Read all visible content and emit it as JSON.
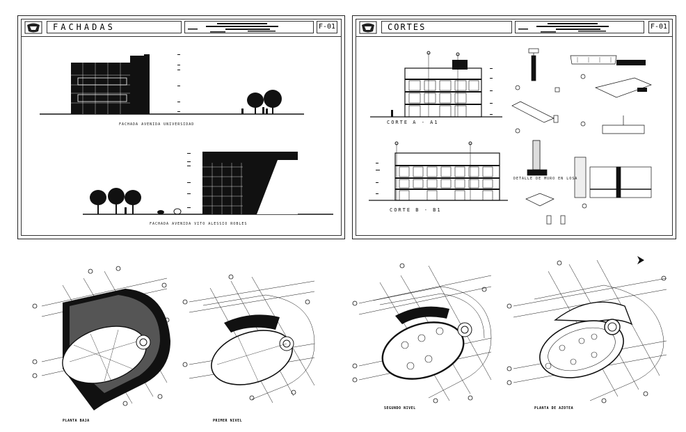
{
  "sheets": {
    "fachadas": {
      "title": "FACHADAS",
      "number": "F-01",
      "caption_1": "FACHADA AVENIDA UNIVERSIDAD",
      "caption_2": "FACHADA AVENIDA VITO ALESSIO ROBLES"
    },
    "cortes": {
      "title": "CORTES",
      "number": "F-01",
      "caption_1": "CORTE A - A1",
      "caption_2": "CORTE B - B1",
      "detail_caption": "DETALLE DE MURO EN LOSA"
    }
  },
  "plans": {
    "planta_baja": "PLANTA BAJA",
    "primer_nivel": "PRIMER NIVEL",
    "segundo_nivel": "SEGUNDO NIVEL",
    "planta_azotea": "PLANTA DE AZOTEA"
  },
  "colors": {
    "line": "#111111",
    "paper": "#ffffff"
  }
}
